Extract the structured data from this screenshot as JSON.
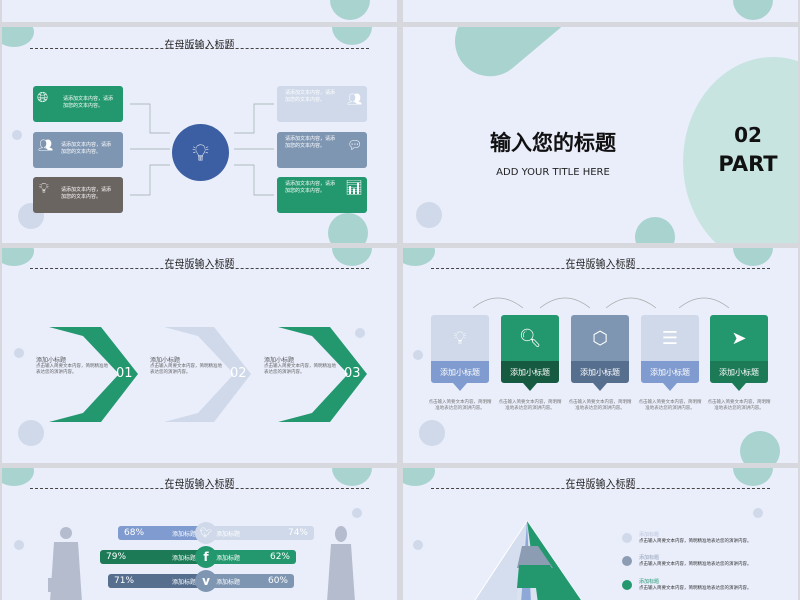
{
  "slide_title": "在母版输入标题",
  "body_text": "请添加文本内容，请添加您的文本内容。",
  "desc_text": "点击输入简要文本内容，简明精准地表达您的演讲内容。",
  "colors": {
    "green": "#23986f",
    "slate": "#7f96b3",
    "light": "#cfd9e9",
    "brown": "#6b6562",
    "blue": "#3c5fa3",
    "bg": "#eaeefb",
    "teal": "#a9d3cf"
  },
  "mindmap": {
    "center_icon": "lightbulb-icon",
    "left": [
      {
        "icon": "globe-computer-icon",
        "text": "请添加文本内容，请添加您的文本内容。"
      },
      {
        "icon": "group-icon",
        "text": "请添加文本内容，请添加您的文本内容。"
      },
      {
        "icon": "lightbulb-icon",
        "text": "请添加文本内容，请添加您的文本内容。"
      }
    ],
    "right": [
      {
        "icon": "users-exchange-icon",
        "text": "请添加文本内容，请添加您的文本内容。"
      },
      {
        "icon": "chat-icon",
        "text": "请添加文本内容，请添加您的文本内容。"
      },
      {
        "icon": "bar-chart-icon",
        "text": "请添加文本内容，请添加您的文本内容。"
      }
    ]
  },
  "section": {
    "title": "输入您的标题",
    "subtitle": "ADD YOUR TITLE HERE",
    "number": "02",
    "part": "PART"
  },
  "steps": [
    {
      "num": "01",
      "title": "添加小标题",
      "text": "点击输入简要文本内容，简明精准地表达您的演讲内容。"
    },
    {
      "num": "02",
      "title": "添加小标题",
      "text": "点击输入简要文本内容，简明精准地表达您的演讲内容。"
    },
    {
      "num": "03",
      "title": "添加小标题",
      "text": "点击输入简要文本内容，简明精准地表达您的演讲内容。"
    }
  ],
  "cards": [
    {
      "icon": "lightbulb-icon",
      "label": "添加小标题",
      "text": "点击输入简要文本内容，简明精准地表达您的演讲内容。"
    },
    {
      "icon": "search-icon",
      "label": "添加小标题",
      "text": "点击输入简要文本内容，简明精准地表达您的演讲内容。"
    },
    {
      "icon": "cube-icon",
      "label": "添加小标题",
      "text": "点击输入简要文本内容，简明精准地表达您的演讲内容。"
    },
    {
      "icon": "stack-icon",
      "label": "添加小标题",
      "text": "点击输入简要文本内容，简明精准地表达您的演讲内容。"
    },
    {
      "icon": "paper-plane-icon",
      "label": "添加小标题",
      "text": "点击输入简要文本内容，简明精准地表达您的演讲内容。"
    }
  ],
  "social": [
    {
      "icon": "twitter-icon",
      "left": "68%",
      "right": "74%",
      "left_label": "添加标题",
      "right_label": "添加标题",
      "left_value": 68,
      "right_value": 74
    },
    {
      "icon": "facebook-icon",
      "left": "79%",
      "right": "62%",
      "left_label": "添加标题",
      "right_label": "添加标题",
      "left_value": 79,
      "right_value": 62
    },
    {
      "icon": "vimeo-icon",
      "left": "71%",
      "right": "60%",
      "left_label": "添加标题",
      "right_label": "添加标题",
      "left_value": 71,
      "right_value": 60
    }
  ],
  "pyramid_legend": [
    {
      "title": "添加标题",
      "text": "点击输入简要文本内容，简明精准地表达您的演讲内容。"
    },
    {
      "title": "添加标题",
      "text": "点击输入简要文本内容，简明精准地表达您的演讲内容。"
    },
    {
      "title": "添加标题",
      "text": "点击输入简要文本内容，简明精准地表达您的演讲内容。"
    }
  ]
}
